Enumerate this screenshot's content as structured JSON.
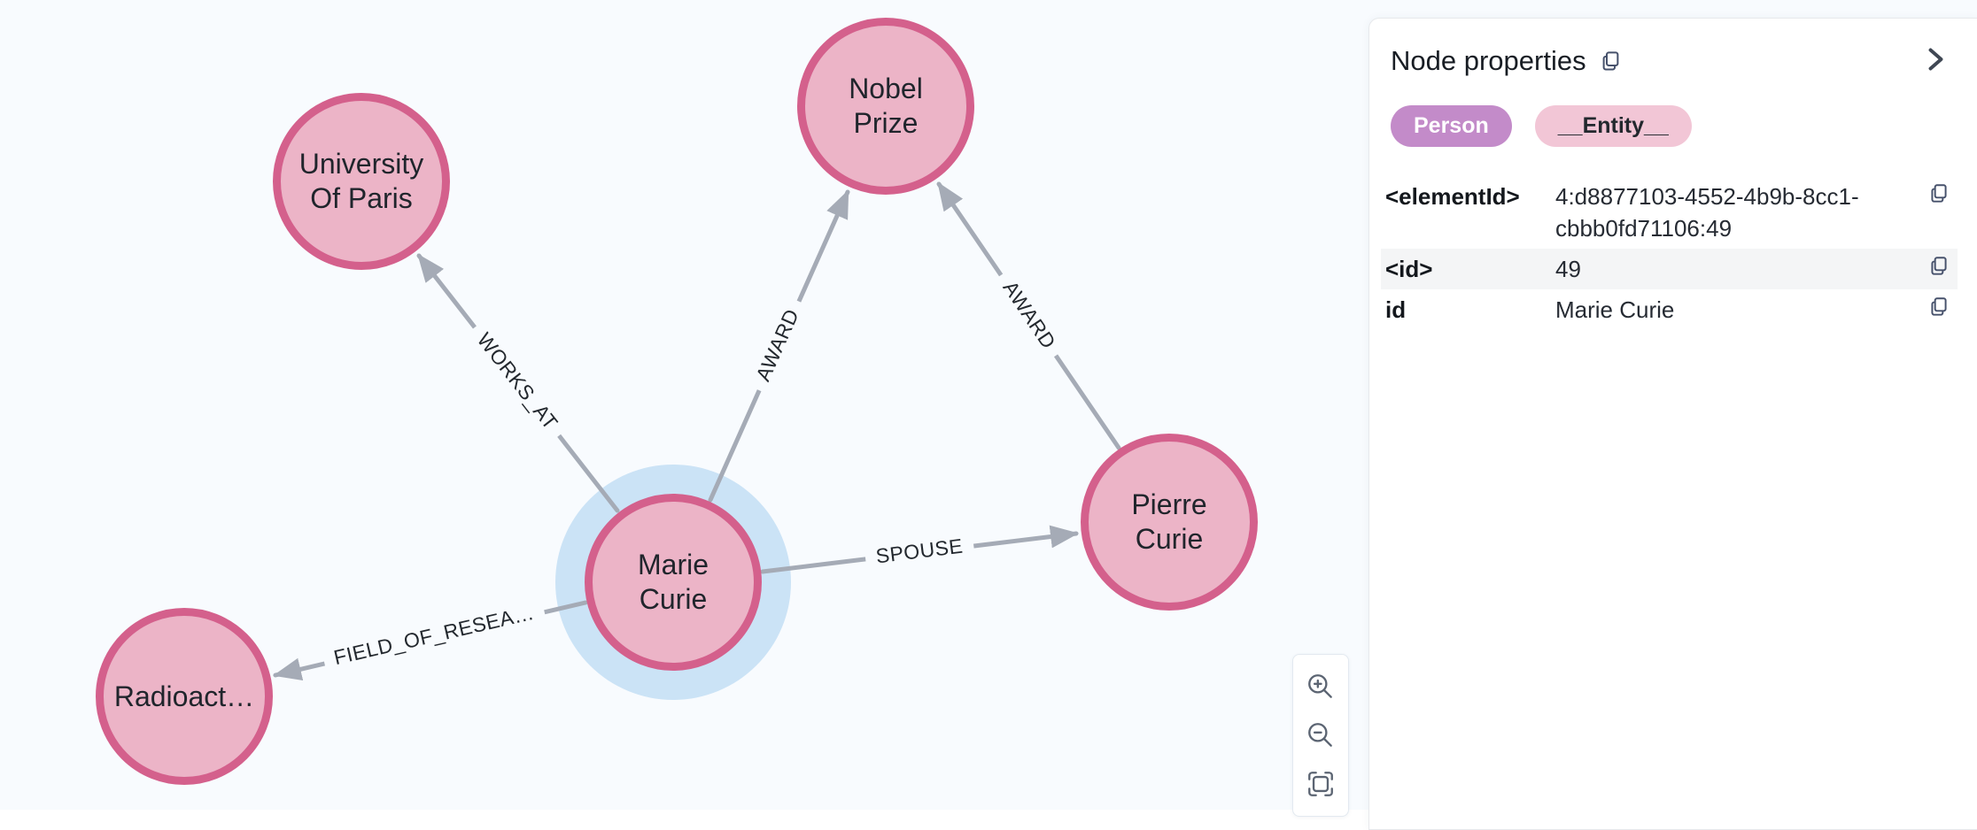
{
  "canvas": {
    "nodes": [
      {
        "name": "university-of-paris",
        "line1": "University",
        "line2": "Of Paris"
      },
      {
        "name": "nobel-prize",
        "line1": "Nobel",
        "line2": "Prize"
      },
      {
        "name": "marie-curie",
        "line1": "Marie",
        "line2": "Curie",
        "selected": true
      },
      {
        "name": "pierre-curie",
        "line1": "Pierre",
        "line2": "Curie"
      },
      {
        "name": "radioactivity",
        "line1": "Radioact…",
        "line2": ""
      }
    ],
    "relationships": [
      {
        "label": "WORKS_AT"
      },
      {
        "label": "AWARD"
      },
      {
        "label": "AWARD"
      },
      {
        "label": "SPOUSE"
      },
      {
        "label": "FIELD_OF_RESEA…"
      }
    ]
  },
  "zoom_controls": {
    "zoom_in_icon": "magnifier-plus",
    "zoom_out_icon": "magnifier-minus",
    "fit_icon": "fit-to-screen"
  },
  "panel": {
    "title": "Node properties",
    "copy_icon": "copy-icon",
    "collapse_icon": "chevron-right-icon",
    "labels": [
      {
        "text": "Person"
      },
      {
        "text": "__Entity__"
      }
    ],
    "properties": [
      {
        "key": "<elementId>",
        "value": "4:d8877103-4552-4b9b-8cc1-cbbb0fd71106:49"
      },
      {
        "key": "<id>",
        "value": "49"
      },
      {
        "key": "id",
        "value": "Marie Curie"
      }
    ]
  },
  "colors": {
    "node_fill": "#ecb4c7",
    "node_border": "#d4608c",
    "selection_halo": "#cbe3f6",
    "relationship": "#a5abb6",
    "canvas_background": "#f8fbfe",
    "person_badge": "#c38bc9",
    "entity_badge": "#f2c6d6"
  }
}
